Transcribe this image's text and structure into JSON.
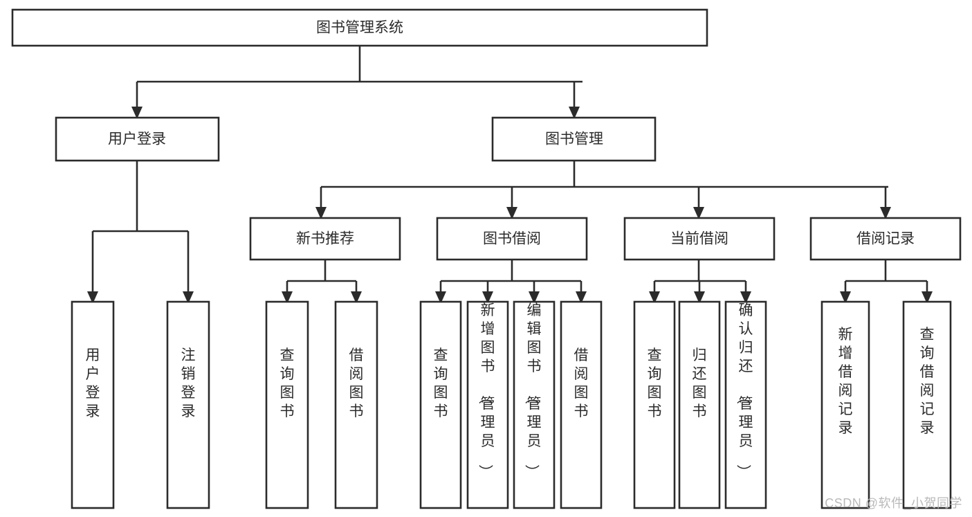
{
  "diagram": {
    "type": "tree",
    "title": "图书管理系统",
    "watermark": "CSDN @软件_小贺同学",
    "root": {
      "label": "图书管理系统"
    },
    "level2": [
      {
        "label": "用户登录"
      },
      {
        "label": "图书管理"
      }
    ],
    "level3": [
      {
        "label": "新书推荐"
      },
      {
        "label": "图书借阅"
      },
      {
        "label": "当前借阅"
      },
      {
        "label": "借阅记录"
      }
    ],
    "leaves": {
      "user_login": [
        {
          "label": "用户登录"
        },
        {
          "label": "注销登录"
        }
      ],
      "new_book_recommend": [
        {
          "label": "查询图书"
        },
        {
          "label": "借阅图书"
        }
      ],
      "book_borrow": [
        {
          "label": "查询图书"
        },
        {
          "label": "新增图书（管理员）"
        },
        {
          "label": "编辑图书（管理员）"
        },
        {
          "label": "借阅图书"
        }
      ],
      "current_borrow": [
        {
          "label": "查询图书"
        },
        {
          "label": "归还图书"
        },
        {
          "label": "确认归还（管理员）"
        }
      ],
      "borrow_record": [
        {
          "label": "新增借阅记录"
        },
        {
          "label": "查询借阅记录"
        }
      ]
    },
    "colors": {
      "stroke": "#2b2b2b",
      "fill": "#ffffff",
      "text": "#2b2b2b",
      "watermark": "#b9b9b9"
    }
  }
}
